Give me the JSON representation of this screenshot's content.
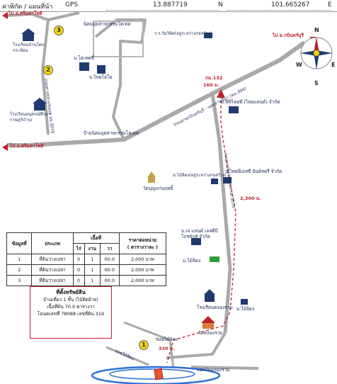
{
  "header": {
    "left_label": "ค่าพิกัด / แผนที่นำ",
    "gps_label": "GPS",
    "latitude": "13.887719",
    "lat_suffix": "N",
    "longitude": "101.665267",
    "lon_suffix": "E"
  },
  "roads": {
    "to_sri_mahaphot_top": "ไป อ.ศรีมหาโพธิ",
    "to_sri_mahaphot_left": "ไป อ.ศรีมหาโพธิ",
    "to_kabinburi": "ไป อ.กบินทร์บุรี",
    "to_kabinburi_upper_right": "ไป อ.กบินทร์บุรี",
    "highway_304": "ถนนสายกบินทร์บุรี - นครราชสีมา (ทล.304)",
    "road_3070": "ถนนทางหลวงชนบท ปจ.3070",
    "road_local": "ถนนทางหลวงชนบท ปจ.3070",
    "side_road": "ซอยไม้ลิดง",
    "km_marker": "กม.132",
    "d160": "160 ม.",
    "d2300": "2,300 ม.",
    "d330": "330 ม.",
    "soi_mai_lid": "ซอยไม้ลิดง",
    "soi_bottom": "ซอยไม้ลิดง",
    "wat_road": "แยกวัดคลองรวม"
  },
  "places": {
    "school_top": "โรงเรียนบ้านโคก กระท้อน",
    "school_left": "โรงเรียนอนุสรณ์ศึกษา ราษฎร์บำรุง",
    "industrial_estate": "นิคมอุตสาหกรรมโฮเทค",
    "hotech": "บ.โฮเทคซี่",
    "thai_hotech": "บ.ไทยโฮโย",
    "estate_sign": "ป้ายนิคมอุตสาหกรรมโฮเทค",
    "maruai_shop": "ร.ร.วันวิษิต(อยู่ระหว่างก่อสร้าง)",
    "pp_thai": "บ.พีพีไทยพี (ไทยแลนด์) จำกัด",
    "thai_yamaha": "บ.ไทยพีเอสซี อินดัสตรี จำกัด",
    "mai_sri_yang": "ม.ไม้ลิดง(อยู่ระหว่างก่อสร้าง)",
    "wat_nong_kham": "วัดบุญแก่นฤทธิ์",
    "jc_land": "บ.เจ แลนด์ เอสดีบี โปรดักส์ จำกัด",
    "mai_li_dong": "ม.ไม้ลิดง",
    "school_khlong_ruam": "โรงเรียนคลองรวม",
    "mai_sri_right": "ม.ไม้ลิดง",
    "wat_khlong_ruam": "วัดคลองรวม"
  },
  "markers": {
    "m1": "1",
    "m2": "2",
    "m3": "3"
  },
  "compass": {
    "n": "N",
    "e": "E",
    "w": "W",
    "s": "S"
  },
  "table": {
    "headers": {
      "no": "ข้อมูลที่",
      "type": "ประเภท",
      "area": "เนื้อที่",
      "rai": "ไร่",
      "ngan": "งาน",
      "wa": "วา",
      "price": "ราคาต่อหน่วย",
      "price_unit": "( ตารางวาละ )"
    },
    "rows": [
      {
        "no": "1",
        "type": "ที่ดินว่างเปล่า",
        "rai": "0",
        "ngan": "1",
        "wa": "00.0",
        "price": "2,000 บาท"
      },
      {
        "no": "2",
        "type": "ที่ดินว่างเปล่า",
        "rai": "0",
        "ngan": "1",
        "wa": "00.0",
        "price": "2,000 บาท"
      },
      {
        "no": "3",
        "type": "ที่ดินว่างเปล่า",
        "rai": "0",
        "ngan": "1",
        "wa": "00.0",
        "price": "2,000 บาท"
      }
    ]
  },
  "info": {
    "title": "ที่ตั้งทรัพย์สิน",
    "line1": "บ้านเดี่ยว 1 ชั้น (ไม้ติดย้าย)",
    "line2": "เนื้อที่ดิน 70.0 ตารางวา",
    "line3": "โฉนดเลขที่ 78088 เลขที่ดิน 319"
  },
  "colors": {
    "road": "#a9a9a9",
    "route_dashed": "#c0202a",
    "label_text": "#1b2a55",
    "building": "#1f3a6e",
    "water": "#2b6fd6",
    "marker": "#f7d20b"
  }
}
